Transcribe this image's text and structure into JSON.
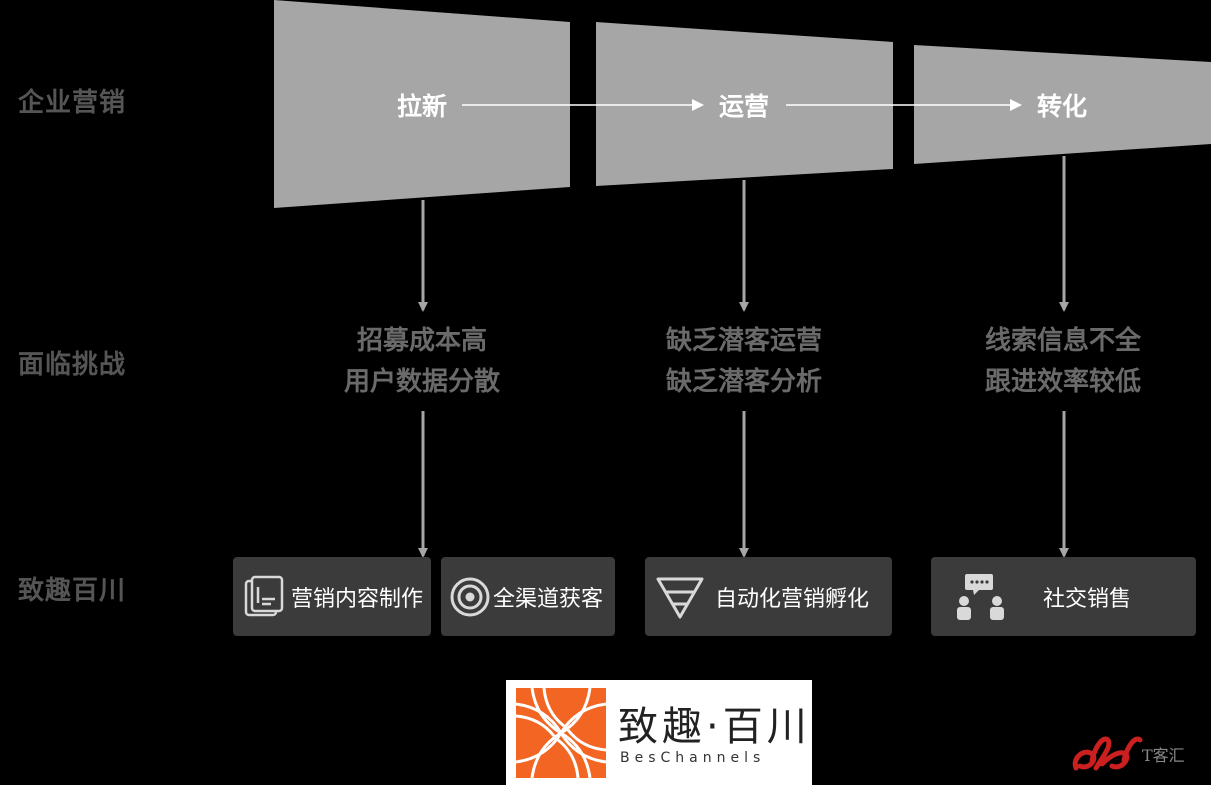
{
  "rows": {
    "marketing": "企业营销",
    "challenges": "面临挑战",
    "solutions": "致趣百川"
  },
  "stages": [
    "拉新",
    "运营",
    "转化"
  ],
  "challenges": [
    [
      "招募成本高",
      "用户数据分散"
    ],
    [
      "缺乏潜客运营",
      "缺乏潜客分析"
    ],
    [
      "线索信息不全",
      "跟进效率较低"
    ]
  ],
  "solutions": [
    {
      "label": "营销内容制作",
      "icon": "document-icon"
    },
    {
      "label": "全渠道获客",
      "icon": "target-icon"
    },
    {
      "label": "自动化营销孵化",
      "icon": "funnel-icon"
    },
    {
      "label": "社交销售",
      "icon": "chat-people-icon"
    }
  ],
  "logo": {
    "cn": "致趣·百川",
    "en": "BesChannels"
  },
  "watermark": "T客汇",
  "colors": {
    "background": "#000000",
    "funnel": "#a6a6a6",
    "arrow": "#a6a6a6",
    "box": "#3b3b3b",
    "logo_orange": "#f26522"
  }
}
